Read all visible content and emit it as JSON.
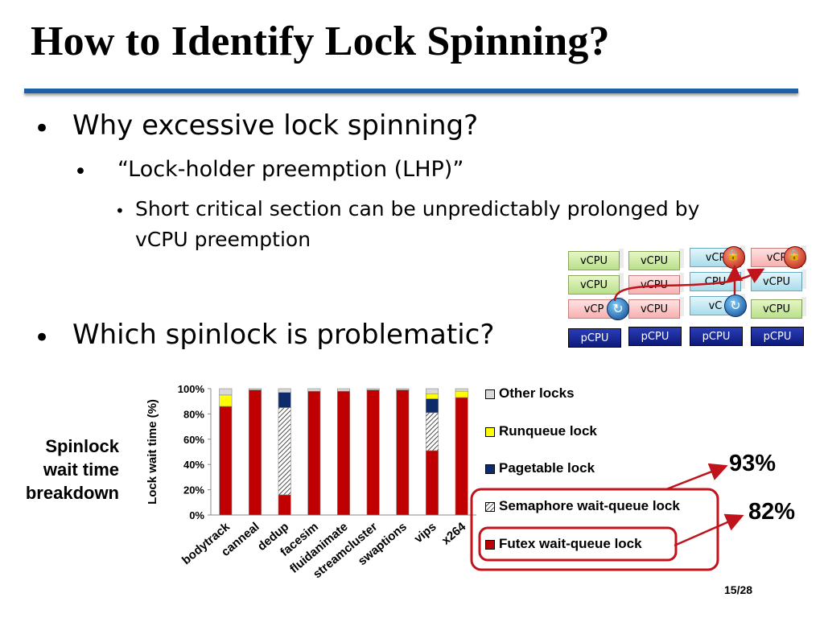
{
  "title": "How to Identify Lock Spinning?",
  "bullets": {
    "b1": "Why excessive lock spinning?",
    "b1_sub": "“Lock-holder preemption (LHP)”",
    "b1_sub_sub_line1": "Short critical section can be unpredictably prolonged by",
    "b1_sub_sub_line2": "vCPU preemption",
    "b2": "Which spinlock is problematic?",
    "bullet_char": "•"
  },
  "diagram": {
    "vcpu_label": "vCPU",
    "pcpu_label": "pCPU",
    "vcpu_partial_a": "vCP",
    "vcpu_partial_b": "CPU",
    "vcpu_partial_c": "vC",
    "arrow_color": "#c0141c",
    "icons": [
      "lock-icon",
      "spin-icon"
    ]
  },
  "side_label": {
    "line1": "Spinlock",
    "line2": "wait time",
    "line3": "breakdown"
  },
  "chart_data": {
    "type": "bar",
    "stacked": true,
    "ylabel": "Lock wait time (%)",
    "yticks": [
      "0%",
      "20%",
      "40%",
      "60%",
      "80%",
      "100%"
    ],
    "ylim": [
      0,
      100
    ],
    "categories": [
      "bodytrack",
      "canneal",
      "dedup",
      "facesim",
      "fluidanimate",
      "streamcluster",
      "swaptions",
      "vips",
      "x264"
    ],
    "series": [
      {
        "name": "Futex wait-queue lock",
        "color": "#c00000",
        "values": [
          86,
          99,
          16,
          98,
          98,
          99,
          99,
          51,
          93
        ]
      },
      {
        "name": "Semaphore wait-queue lock",
        "color": "hatch",
        "values": [
          0,
          0,
          69,
          0,
          0,
          0,
          0,
          30,
          0
        ]
      },
      {
        "name": "Pagetable lock",
        "color": "#0d2a6b",
        "values": [
          0,
          0,
          12,
          0,
          0,
          0,
          0,
          11,
          0
        ]
      },
      {
        "name": "Runqueue lock",
        "color": "#ffff00",
        "values": [
          9,
          0,
          0,
          0,
          0,
          0,
          0,
          4,
          5
        ]
      },
      {
        "name": "Other locks",
        "color": "#d9d9d9",
        "values": [
          5,
          1,
          3,
          2,
          2,
          1,
          1,
          4,
          2
        ]
      }
    ],
    "legend": [
      "Other locks",
      "Runqueue lock",
      "Pagetable lock",
      "Semaphore wait-queue lock",
      "Futex wait-queue lock"
    ],
    "legend_position": "right",
    "grid": false
  },
  "annotations": {
    "pct1": "93%",
    "pct2": "82%",
    "highlight_color": "#c0141c"
  },
  "page_number": "15/28"
}
